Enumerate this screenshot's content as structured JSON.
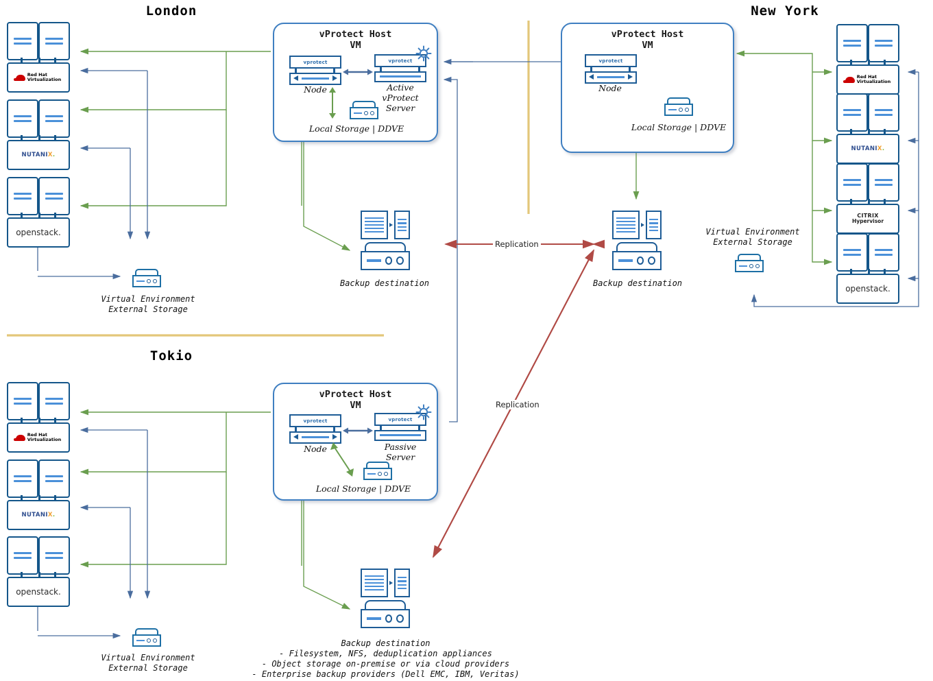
{
  "colors": {
    "green_arrow": "#6a9e4f",
    "blue_arrow": "#4a6d9e",
    "red_arrow": "#b04a45",
    "divider_gold": "#e3c77a",
    "box_border": "#14568a",
    "hostvm_border": "#3f7fc1",
    "accent_blue": "#4a90d9"
  },
  "sites": {
    "london": {
      "title": "London",
      "hostvm": {
        "title_line1": "vProtect Host",
        "title_line2": "VM",
        "node_label": "Node",
        "node_badge": "vprotect",
        "server_badge": "vprotect",
        "server_label_line1": "Active",
        "server_label_line2": "vProtect",
        "server_label_line3": "Server",
        "storage_label": "Local Storage | DDVE"
      },
      "hypervisors": [
        {
          "name": "Red Hat Virtualization",
          "logo": "redhat",
          "brand_line1": "Red Hat",
          "brand_line2": "Virtualization"
        },
        {
          "name": "Nutanix",
          "logo": "nutanix",
          "brand_text": "NUTANIX"
        },
        {
          "name": "OpenStack",
          "logo": "openstack",
          "brand_text": "openstack."
        }
      ],
      "external_storage_label_line1": "Virtual Environment",
      "external_storage_label_line2": "External Storage",
      "backup_destination_label": "Backup destination"
    },
    "newyork": {
      "title": "New York",
      "hostvm": {
        "title_line1": "vProtect Host",
        "title_line2": "VM",
        "node_label": "Node",
        "node_badge": "vprotect",
        "storage_label": "Local Storage | DDVE"
      },
      "hypervisors": [
        {
          "name": "Red Hat Virtualization",
          "logo": "redhat",
          "brand_line1": "Red Hat",
          "brand_line2": "Virtualization"
        },
        {
          "name": "Nutanix",
          "logo": "nutanix",
          "brand_text": "NUTANIX"
        },
        {
          "name": "Citrix Hypervisor",
          "logo": "citrix",
          "brand_line1": "CITRIX",
          "brand_line2": "Hypervisor"
        },
        {
          "name": "OpenStack",
          "logo": "openstack",
          "brand_text": "openstack."
        }
      ],
      "external_storage_label_line1": "Virtual Environment",
      "external_storage_label_line2": "External Storage",
      "backup_destination_label": "Backup destination"
    },
    "tokio": {
      "title": "Tokio",
      "hostvm": {
        "title_line1": "vProtect Host",
        "title_line2": "VM",
        "node_label": "Node",
        "node_badge": "vprotect",
        "server_badge": "vprotect",
        "server_label_line1": "Passive",
        "server_label_line2": "Server",
        "storage_label": "Local Storage | DDVE"
      },
      "hypervisors": [
        {
          "name": "Red Hat Virtualization",
          "logo": "redhat",
          "brand_line1": "Red Hat",
          "brand_line2": "Virtualization"
        },
        {
          "name": "Nutanix",
          "logo": "nutanix",
          "brand_text": "NUTANIX"
        },
        {
          "name": "OpenStack",
          "logo": "openstack",
          "brand_text": "openstack."
        }
      ],
      "external_storage_label_line1": "Virtual Environment",
      "external_storage_label_line2": "External Storage",
      "backup_destination_label": "Backup destination",
      "backup_notes": [
        "- Filesystem, NFS, deduplication appliances",
        "- Object storage on-premise or via cloud providers",
        "- Enterprise backup providers (Dell EMC, IBM, Veritas)"
      ]
    }
  },
  "connections": {
    "replication_top_label": "Replication",
    "replication_diag_label": "Replication"
  }
}
